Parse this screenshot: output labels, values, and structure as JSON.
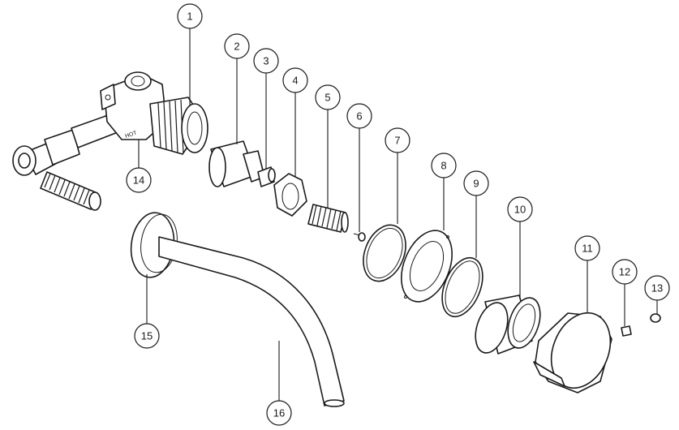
{
  "diagram": {
    "callouts": [
      {
        "id": "1",
        "label": "1"
      },
      {
        "id": "2",
        "label": "2"
      },
      {
        "id": "3",
        "label": "3"
      },
      {
        "id": "4",
        "label": "4"
      },
      {
        "id": "5",
        "label": "5"
      },
      {
        "id": "6",
        "label": "6"
      },
      {
        "id": "7",
        "label": "7"
      },
      {
        "id": "8",
        "label": "8"
      },
      {
        "id": "9",
        "label": "9"
      },
      {
        "id": "10",
        "label": "10"
      },
      {
        "id": "11",
        "label": "11"
      },
      {
        "id": "12",
        "label": "12"
      },
      {
        "id": "13",
        "label": "13"
      },
      {
        "id": "14",
        "label": "14"
      },
      {
        "id": "15",
        "label": "15"
      },
      {
        "id": "16",
        "label": "16"
      }
    ],
    "body_marking": "HOT",
    "line_color": "#1a1a1a",
    "background_color": "#ffffff"
  }
}
